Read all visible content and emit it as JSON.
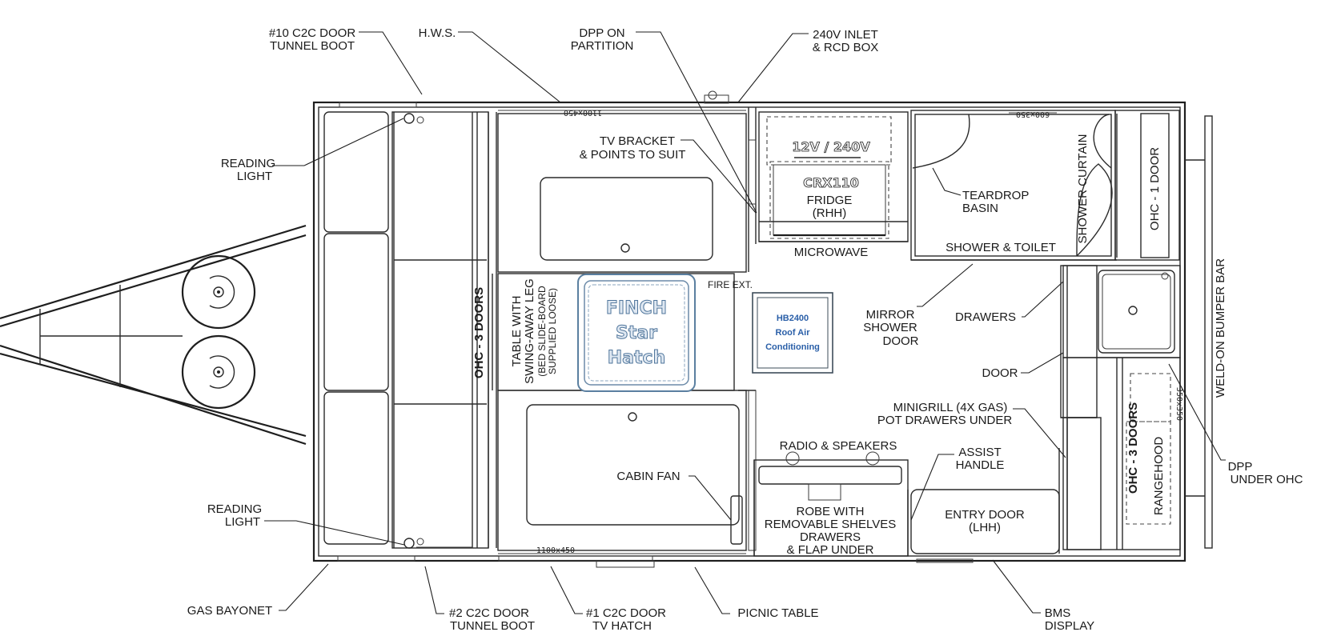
{
  "labels": {
    "c2c_door_10": [
      "#10 C2C DOOR",
      "TUNNEL BOOT"
    ],
    "hws": "H.W.S.",
    "dpp_partition": [
      "DPP ON",
      "PARTITION"
    ],
    "inlet_240v": [
      "240V INLET",
      "& RCD BOX"
    ],
    "reading_light_top": [
      "READING",
      "LIGHT"
    ],
    "reading_light_bottom": [
      "READING",
      "LIGHT"
    ],
    "tv_bracket": [
      "TV BRACKET",
      "& POINTS TO SUIT"
    ],
    "teardrop_basin": [
      "TEARDROP",
      "BASIN"
    ],
    "shower_curtain": "SHOWER CURTAIN",
    "ohc_1_door": "OHC - 1 DOOR",
    "fridge_voltage": "12V / 240V",
    "fridge_model": "CRX110",
    "fridge": [
      "FRIDGE",
      "(RHH)"
    ],
    "microwave": "MICROWAVE",
    "shower_toilet": "SHOWER & TOILET",
    "fire_ext": "FIRE EXT.",
    "ohc_3_doors_left": "OHC - 3 DOORS",
    "table": [
      "TABLE WITH",
      "SWING-AWAY LEG"
    ],
    "table_note": [
      "(BED SLIDE-BOARD",
      "SUPPLIED LOOSE)"
    ],
    "hatch": [
      "FINCH",
      "Star",
      "Hatch"
    ],
    "aircon": [
      "HB2400",
      "Roof Air",
      "Conditioning"
    ],
    "mirror_door": [
      "MIRROR",
      "SHOWER",
      "DOOR"
    ],
    "drawers": "DRAWERS",
    "door": "DOOR",
    "weld_on_bumper": "WELD-ON BUMPER BAR",
    "minigrill": [
      "MINIGRILL (4X GAS)",
      "POT DRAWERS UNDER"
    ],
    "radio": "RADIO & SPEAKERS",
    "assist_handle": [
      "ASSIST",
      "HANDLE"
    ],
    "cabin_fan": "CABIN FAN",
    "robe": [
      "ROBE WITH",
      "REMOVABLE SHELVES",
      "DRAWERS",
      "& FLAP UNDER"
    ],
    "entry_door": [
      "ENTRY DOOR",
      "(LHH)"
    ],
    "ohc_3_doors_right": "OHC - 3 DOORS",
    "rangehood": "RANGEHOOD",
    "dpp_under_ohc": [
      "DPP",
      "UNDER OHC"
    ],
    "gas_bayonet": "GAS BAYONET",
    "c2c_door_2": [
      "#2 C2C DOOR",
      "TUNNEL BOOT"
    ],
    "c2c_door_1": [
      "#1 C2C DOOR",
      "TV HATCH"
    ],
    "picnic_table": "PICNIC TABLE",
    "bms_display": [
      "BMS",
      "DISPLAY"
    ],
    "dim_top_lounge": "1100x450",
    "dim_bottom_lounge": "1100x450",
    "dim_top_bath": "600x350",
    "dim_right": "350x350"
  }
}
